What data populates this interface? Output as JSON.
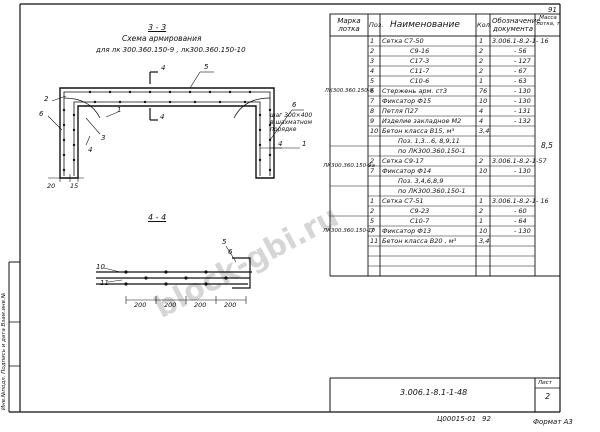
{
  "sheet": {
    "page_number": "91",
    "doc_code": "3.006.1-8.1-1-48",
    "sheet_label": "Лист",
    "sheet_number": "2",
    "footer_code": "Ц00015-01",
    "footer_num": "92",
    "format": "Формат А3",
    "side_stamp": "Инв.№подл. Подпись и дата Взам.инв.№",
    "watermark": "block-gbi.ru"
  },
  "drawing_33": {
    "section_mark": "3 - 3",
    "title_line1": "Схема армирования",
    "title_line2": "для   лк 300.360.150-9 , лк300.360.150-10",
    "dims": [
      "20",
      "15"
    ],
    "labels": [
      "4",
      "5",
      "6",
      "2",
      "1",
      "3",
      "4",
      "4",
      "6",
      "4",
      "1"
    ],
    "step_note": "шаг 300×400 в шахматном порядке"
  },
  "drawing_44": {
    "section_mark": "4 - 4",
    "dims": [
      "200",
      "200",
      "200",
      "200"
    ],
    "labels": [
      "5",
      "10",
      "11",
      "6"
    ]
  },
  "table": {
    "headers": {
      "mark": "Марка лотка",
      "pos": "Поз.",
      "name": "Наименование",
      "qty": "Кол.",
      "doc": "Обозначение документа",
      "mass": "Масса лотка, т"
    },
    "mark_main": "ЛК300.360.150-9",
    "mark_9a": "ЛК300.360.150-9а",
    "mark_10": "ЛК300.360.150-10",
    "mass_value": "8,5",
    "rows": [
      {
        "pos": "1",
        "name": "Сетка  С7-50",
        "qty": "1",
        "doc": "3.006.1-8.2-1-  16"
      },
      {
        "pos": "2",
        "name": "С9-16",
        "qty": "2",
        "doc": "- 56"
      },
      {
        "pos": "3",
        "name": "С17-3",
        "qty": "2",
        "doc": "- 127"
      },
      {
        "pos": "4",
        "name": "С11-7",
        "qty": "2",
        "doc": "- 67"
      },
      {
        "pos": "5",
        "name": "С10-6",
        "qty": "1",
        "doc": "- 63"
      },
      {
        "pos": "6",
        "name": "Стержень арм. ст3",
        "qty": "76",
        "doc": "- 130"
      },
      {
        "pos": "7",
        "name": "Фиксатор Ф15",
        "qty": "10",
        "doc": "- 130"
      },
      {
        "pos": "8",
        "name": "Петля П27",
        "qty": "4",
        "doc": "- 131"
      },
      {
        "pos": "9",
        "name": "Изделие закладное М2",
        "qty": "4",
        "doc": "- 132"
      },
      {
        "pos": "10",
        "name": "Бетон класса В15, м³",
        "qty": "3,4",
        "doc": ""
      },
      {
        "pos": "",
        "name": "Поз. 1,3...6, 8,9,11",
        "qty": "",
        "doc": ""
      },
      {
        "pos": "",
        "name": "по ЛК300.360.150-1",
        "qty": "",
        "doc": ""
      },
      {
        "pos": "2",
        "name": "Сетка  С9-17",
        "qty": "2",
        "doc": "3.006.1-8.2-1-57"
      },
      {
        "pos": "7",
        "name": "Фиксатор Ф14",
        "qty": "10",
        "doc": "- 130"
      },
      {
        "pos": "",
        "name": "Поз. 3,4,6,8,9",
        "qty": "",
        "doc": ""
      },
      {
        "pos": "",
        "name": "по ЛК300.360.150-1",
        "qty": "",
        "doc": ""
      },
      {
        "pos": "1",
        "name": "Сетка  С7-51",
        "qty": "1",
        "doc": "3.006.1-8.2-1-  16"
      },
      {
        "pos": "2",
        "name": "С9-23",
        "qty": "2",
        "doc": "- 60"
      },
      {
        "pos": "5",
        "name": "С10-7",
        "qty": "1",
        "doc": "- 64"
      },
      {
        "pos": "7",
        "name": "Фиксатор Ф13",
        "qty": "10",
        "doc": "- 130"
      },
      {
        "pos": "11",
        "name": "Бетон класса В20 , м³",
        "qty": "3,4",
        "doc": ""
      }
    ]
  }
}
